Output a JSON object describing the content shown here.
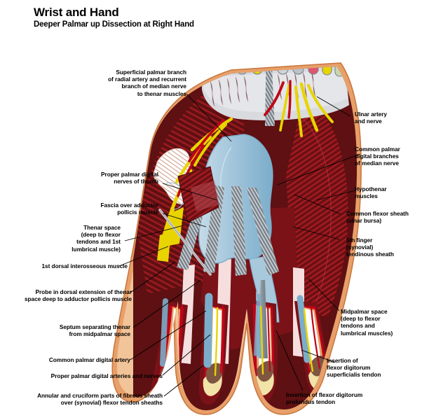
{
  "title": {
    "main": "Wrist and Hand",
    "sub": "Deeper Palmar up Dissection at Right Hand"
  },
  "illustration": {
    "name": "right-hand-palmar-dissection",
    "description": "Anatomical dissection illustration of the deep palm of a right hand, fingers pointing downward, forearm cut transversely at the top of the image",
    "colors": {
      "skin_border": "#e8a06a",
      "skin_border_light": "#f2c49a",
      "muscle_dark_red": "#5e1012",
      "muscle_red": "#a81c22",
      "muscle_crimson": "#b31b28",
      "synovial_blue": "#a8c8dc",
      "synovial_blue_deep": "#6aa6cc",
      "tendon_gray": "#8a9299",
      "tendon_gray_light": "#c3c9cd",
      "nerve_yellow": "#e8d400",
      "artery_red": "#c00418",
      "fat_pale_pink": "#f6dede",
      "bone_cream": "#f2e3a8",
      "bone_brown": "#7e5641",
      "white_fascia": "#ffffff",
      "cut_tendon_pink": "#e0556e",
      "cut_tendon_green": "#c8d6b0",
      "leader_line": "#000000"
    }
  },
  "labels": {
    "left": [
      {
        "id": "superficial-palmar-branch",
        "lines": [
          "Superficial palmar branch",
          "of radial artery and recurrent",
          "branch of median nerve",
          "to thenar muscles"
        ]
      },
      {
        "id": "proper-palmar-digital-nerves-thumb",
        "lines": [
          "Proper palmar digital",
          "nerves of thumb"
        ]
      },
      {
        "id": "fascia-over-adductor-pollicis",
        "lines": [
          "Fascia over adductor",
          "pollicis muscle"
        ]
      },
      {
        "id": "thenar-space",
        "lines": [
          "Thenar space",
          "(deep to flexor",
          "tendons and 1st",
          "lumbrical muscle)"
        ]
      },
      {
        "id": "first-dorsal-interosseous-muscle",
        "lines": [
          "1st dorsal interosseous muscle"
        ]
      },
      {
        "id": "probe-in-dorsal-extension",
        "lines": [
          "Probe in dorsal extension of thenar",
          "space deep to adductor pollicis muscle"
        ]
      },
      {
        "id": "septum-separating-thenar",
        "lines": [
          "Septum separating thenar",
          "from midpalmar space"
        ]
      },
      {
        "id": "common-palmar-digital-artery",
        "lines": [
          "Common palmar digital artery"
        ]
      },
      {
        "id": "proper-palmar-digital-arteries-nerves",
        "lines": [
          "Proper palmar digital arteries and nerves"
        ]
      },
      {
        "id": "annular-cruciform-parts",
        "lines": [
          "Annular and cruciform parts of fibrous sheath",
          "over (synovial) flexor tendon sheaths"
        ]
      }
    ],
    "right": [
      {
        "id": "ulnar-artery-and-nerve",
        "lines": [
          "Ulnar artery",
          "and nerve"
        ]
      },
      {
        "id": "common-palmar-digital-branches",
        "lines": [
          "Common palmar",
          "digital branches",
          "of median nerve"
        ]
      },
      {
        "id": "hypothenar-muscles",
        "lines": [
          "Hypothenar",
          "muscles"
        ]
      },
      {
        "id": "common-flexor-sheath",
        "lines": [
          "Common flexor sheath",
          "(ulnar bursa)"
        ]
      },
      {
        "id": "fifth-finger-tendinous-sheath",
        "lines": [
          "5th finger",
          "(synovial)",
          "tendinous sheath"
        ]
      },
      {
        "id": "midpalmar-space",
        "lines": [
          "Midpalmar space",
          "(deep to flexor",
          "tendons and",
          "lumbrical muscles)"
        ]
      },
      {
        "id": "insertion-flexor-digitorum-superficialis",
        "lines": [
          "Insertion of",
          "flexor digitorum",
          "superficialis tendon"
        ]
      },
      {
        "id": "insertion-flexor-digitorum-profundus",
        "lines": [
          "Insertion of flexor digitorum",
          "profundus tendon"
        ]
      }
    ]
  }
}
